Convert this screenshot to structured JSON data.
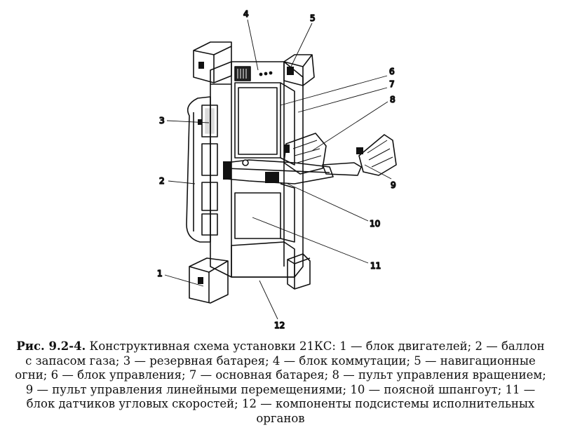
{
  "figure": {
    "labels": [
      "1",
      "2",
      "3",
      "4",
      "5",
      "6",
      "7",
      "8",
      "9",
      "10",
      "11",
      "12"
    ],
    "caption": {
      "prefix": "Рис. 9.2-4.",
      "text": " Конструктивная схема установки 21КС: 1 — блок двигателей; 2 — баллон с запасом газа; 3 — резервная батарея; 4 — блок коммутации; 5 — навигационные огни; 6 — блок управления; 7 — основная батарея; 8 — пульт управления вращением; 9 — пульт управления линейными перемещениями; 10 — поясной шпангоут; 11 — блок датчиков угловых скоростей; 12 — компоненты подсистемы исполнительных органов"
    }
  }
}
